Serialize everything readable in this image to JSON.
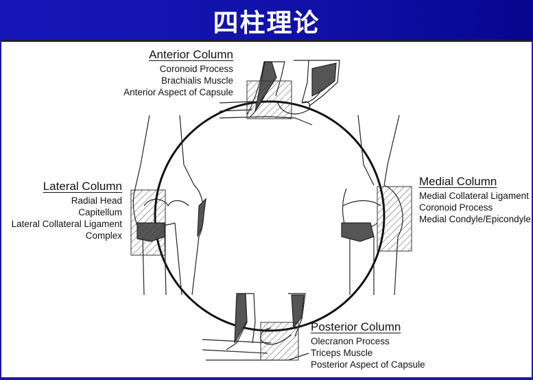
{
  "header": {
    "title": "四柱理论"
  },
  "columns": {
    "anterior": {
      "heading": "Anterior Column",
      "items": [
        "Coronoid Process",
        "Brachialis Muscle",
        "Anterior Aspect of Capsule"
      ]
    },
    "lateral": {
      "heading": "Lateral Column",
      "items": [
        "Radial Head",
        "Capitellum",
        "Lateral Collateral Ligament",
        "Complex"
      ]
    },
    "medial": {
      "heading": "Medial Column",
      "items": [
        "Medial Collateral Ligament",
        "Coronoid Process",
        "Medial Condyle/Epicondyle"
      ]
    },
    "posterior": {
      "heading": "Posterior Column",
      "items": [
        "Olecranon Process",
        "Triceps Muscle",
        "Posterior Aspect of Capsule"
      ]
    }
  },
  "colors": {
    "title_bar": "#1515b0",
    "title_text": "#ffffff",
    "shading": "#555555"
  }
}
